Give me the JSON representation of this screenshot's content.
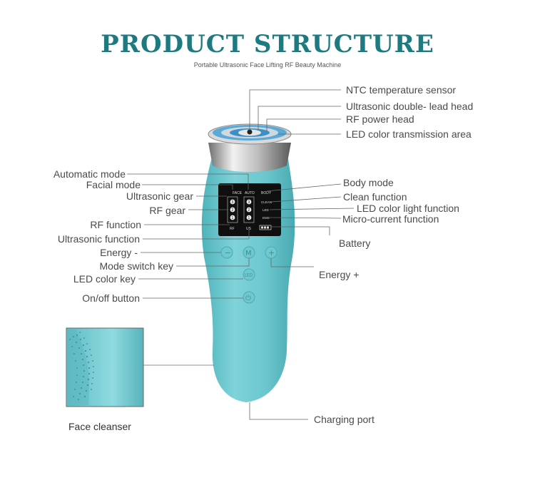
{
  "header": {
    "title": "PRODUCT STRUCTURE",
    "subtitle": "Portable Ultrasonic Face Lifting RF Beauty Machine"
  },
  "labels_right": {
    "ntc": "NTC temperature sensor",
    "ultrasonic_head": "Ultrasonic double- lead head",
    "rf_head": "RF power head",
    "led_area": "LED color transmission area",
    "body_mode": "Body mode",
    "clean": "Clean function",
    "led_light": "LED color light function",
    "micro": "Micro-current function",
    "battery": "Battery",
    "energy_plus": "Energy +",
    "charging": "Charging port"
  },
  "labels_left": {
    "auto": "Automatic mode",
    "facial": "Facial mode",
    "us_gear": "Ultrasonic gear",
    "rf_gear": "RF gear",
    "rf_func": "RF function",
    "us_func": "Ultrasonic function",
    "energy_minus": "Energy -",
    "mode_key": "Mode switch key",
    "led_key": "LED color key",
    "onoff": "On/off button"
  },
  "cleanser": {
    "caption": "Face cleanser"
  },
  "display": {
    "face": "FACE",
    "auto": "AUTO",
    "body": "BODY",
    "clean": "CLEAN",
    "led": "LED",
    "ems": "EMS",
    "rf": "RF",
    "us": "US",
    "gears": [
      "3",
      "2",
      "1"
    ]
  },
  "buttons": {
    "minus": "−",
    "mode": "M",
    "plus": "+",
    "led": "LED",
    "power": "⏻"
  },
  "colors": {
    "title": "#1d7a80",
    "body": "#66c4cb",
    "line": "#666666"
  }
}
